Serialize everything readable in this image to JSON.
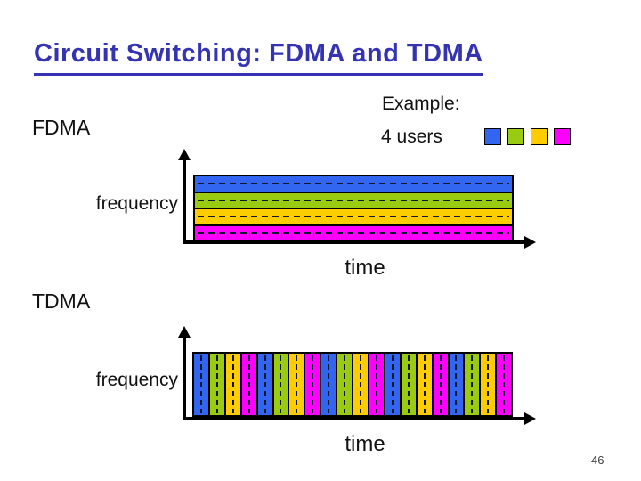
{
  "title": "Circuit Switching: FDMA and TDMA",
  "page_number": "46",
  "example": {
    "heading": "Example:",
    "subheading": "4 users"
  },
  "colors": {
    "blue": "#3366F0",
    "green": "#99CC11",
    "yellow": "#FFCC00",
    "magenta": "#FF00FF"
  },
  "user_swatches": [
    "blue",
    "green",
    "yellow",
    "magenta"
  ],
  "fdma": {
    "label": "FDMA",
    "y_axis_label": "frequency",
    "x_axis_label": "time",
    "bands": [
      "blue",
      "green",
      "yellow",
      "magenta"
    ]
  },
  "tdma": {
    "label": "TDMA",
    "y_axis_label": "frequency",
    "x_axis_label": "time",
    "slots": [
      "blue",
      "green",
      "yellow",
      "magenta",
      "blue",
      "green",
      "yellow",
      "magenta",
      "blue",
      "green",
      "yellow",
      "magenta",
      "blue",
      "green",
      "yellow",
      "magenta",
      "blue",
      "green",
      "yellow",
      "magenta"
    ]
  }
}
